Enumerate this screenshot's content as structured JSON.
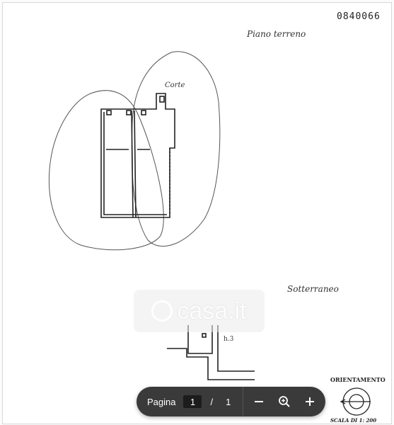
{
  "document": {
    "doc_number": "0840066",
    "labels": {
      "ground_floor": "Piano terreno",
      "basement": "Sotterraneo",
      "courtyard": "Corte",
      "height": "h.3",
      "orientation": "ORIENTAMENTO",
      "scale": "SCALA DI 1: 200"
    },
    "watermark": "casa.it"
  },
  "toolbar": {
    "page_label": "Pagina",
    "current_page": "1",
    "separator": "/",
    "total_pages": "1",
    "zoom_out_icon": "minus-icon",
    "zoom_fit_icon": "magnifier-icon",
    "zoom_in_icon": "plus-icon",
    "background_color": "#3a3a3a"
  }
}
